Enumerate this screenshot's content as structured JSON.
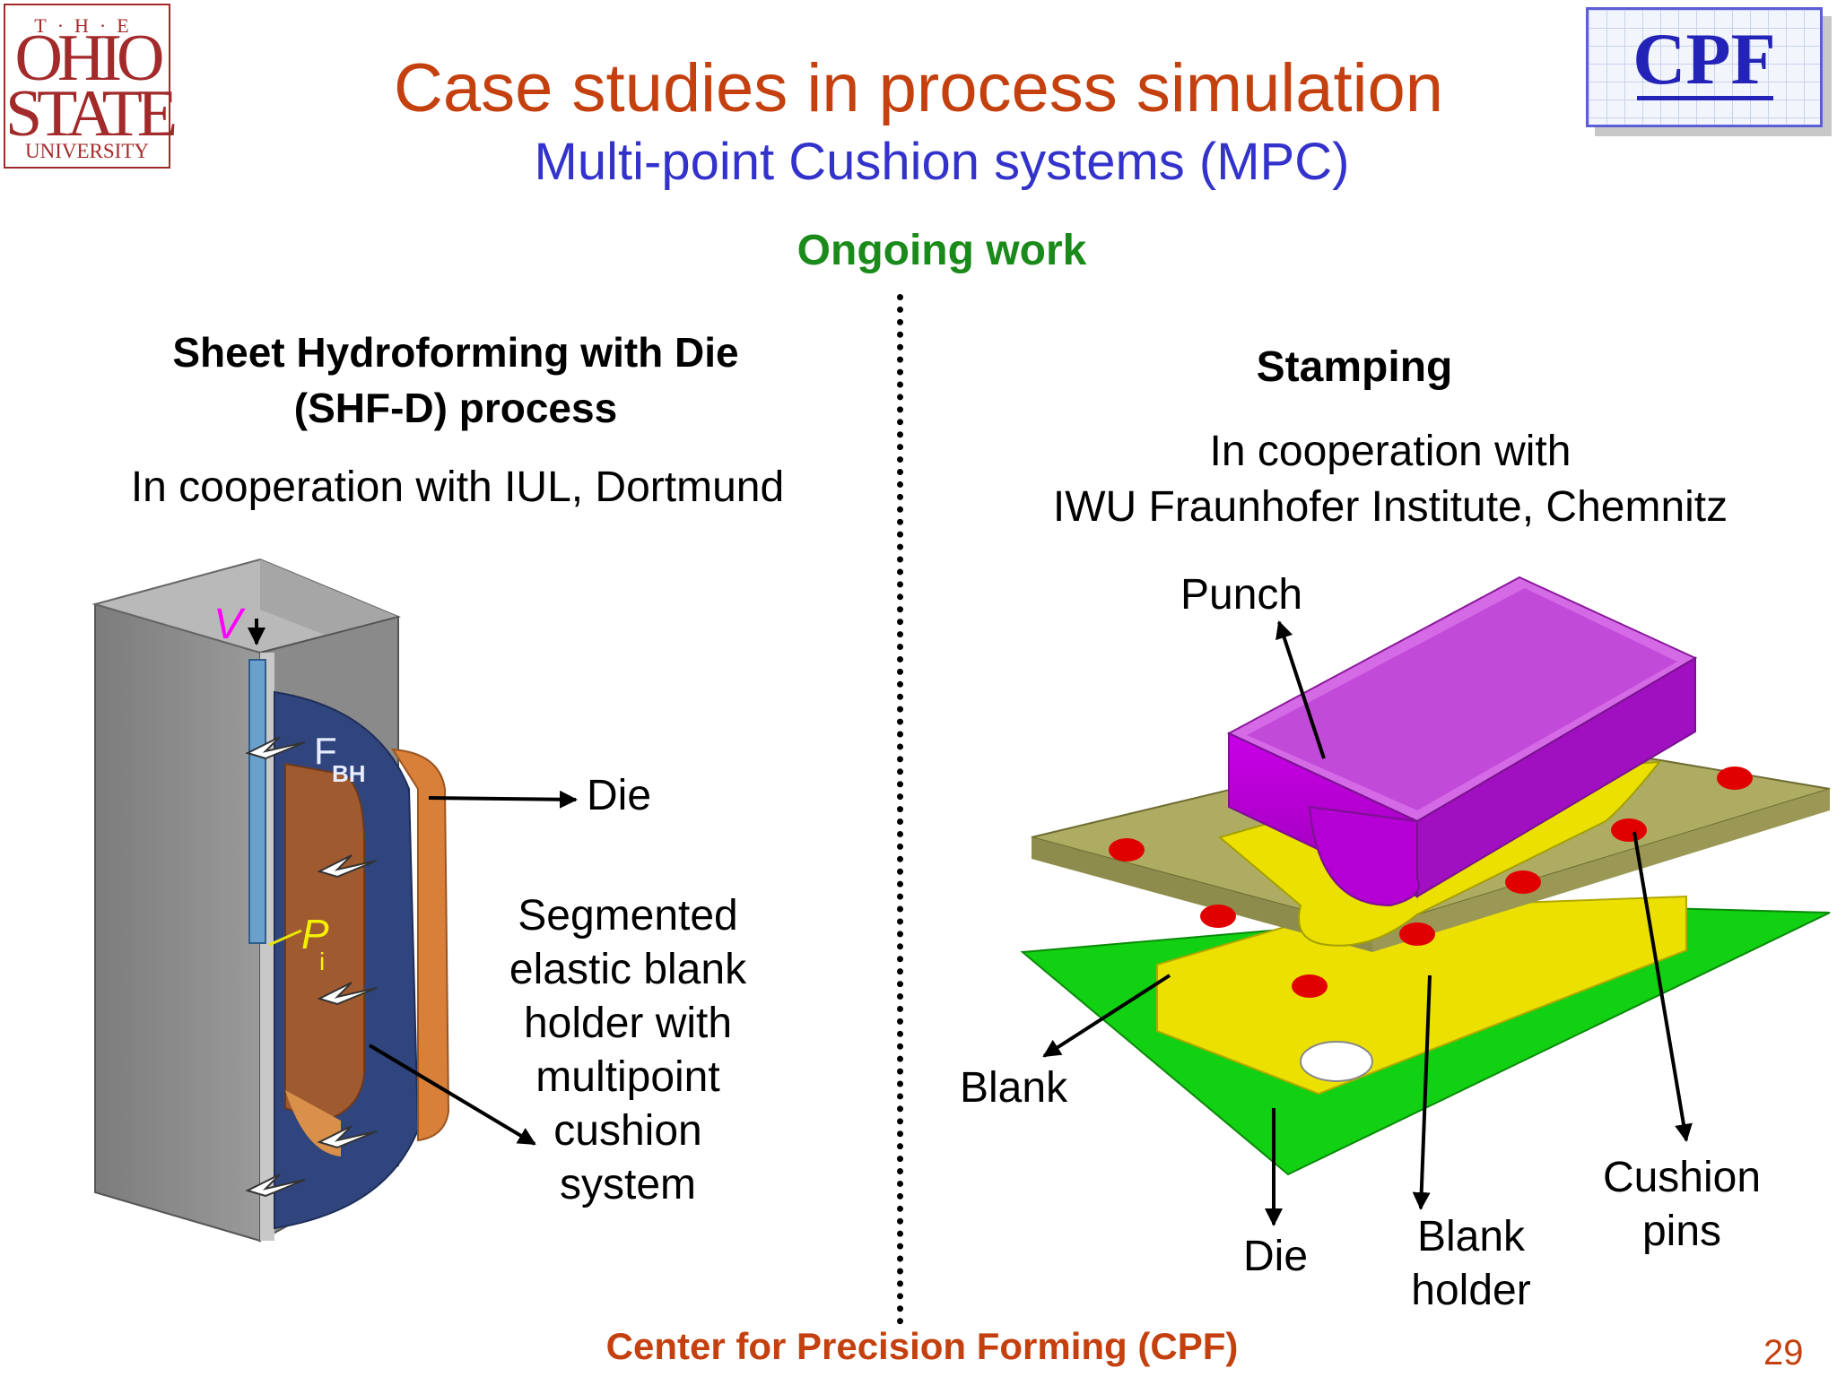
{
  "header": {
    "title": "Case studies in process simulation",
    "subtitle": "Multi-point Cushion systems (MPC)",
    "status": "Ongoing work"
  },
  "logos": {
    "osu": {
      "the": "T·H·E",
      "ohio": "OHIO",
      "state": "STATE",
      "university": "UNIVERSITY"
    },
    "cpf": "CPF"
  },
  "left": {
    "heading_line1": "Sheet Hydroforming with Die",
    "heading_line2": "(SHF-D) process",
    "cooperation": "In cooperation with  IUL, Dortmund",
    "figure_labels": {
      "velocity": "V",
      "blank_holder_force": "F",
      "blank_holder_force_sub": "BH",
      "pressure": "P",
      "pressure_sub": "i"
    },
    "callouts": {
      "die": "Die",
      "blank_holder_lines": [
        "Segmented",
        "elastic blank",
        "holder with",
        "multipoint",
        "cushion",
        "system"
      ]
    }
  },
  "right": {
    "heading": "Stamping",
    "cooperation_line1": "In cooperation with",
    "cooperation_line2": "IWU Fraunhofer Institute, Chemnitz",
    "callouts": {
      "punch": "Punch",
      "blank": "Blank",
      "die": "Die",
      "blank_holder_line1": "Blank",
      "blank_holder_line2": "holder",
      "cushion_pins_line1": "Cushion",
      "cushion_pins_line2": "pins"
    }
  },
  "footer": {
    "center": "Center for Precision Forming (CPF)",
    "page_number": "29"
  },
  "colors": {
    "title": "#c4400e",
    "subtitle": "#3333cc",
    "status": "#1a8a1a",
    "punch": "#b000d0",
    "blank_holder": "#aeac63",
    "blank": "#ece000",
    "die_plate": "#12d012",
    "cushion_pin": "#e00000",
    "shf_die": "#d87f3a",
    "shf_blank_holder": "#30457e"
  }
}
